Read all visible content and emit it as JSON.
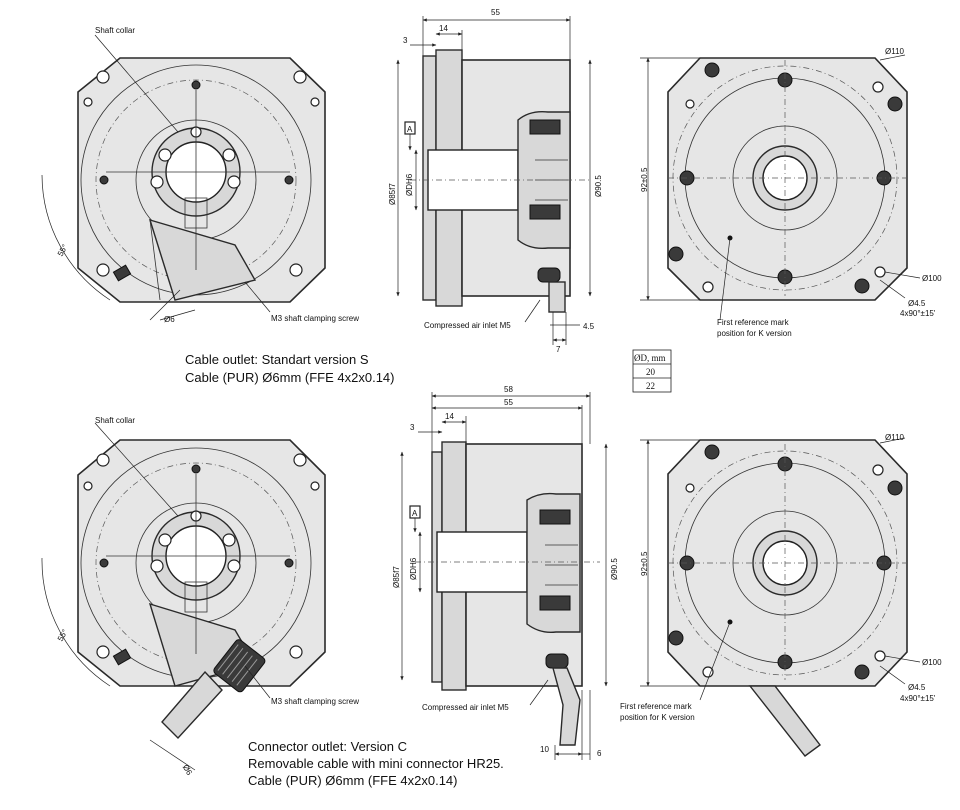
{
  "top_row": {
    "front": {
      "shaft_collar": "Shaft collar",
      "angle": "55°",
      "clamping_screw": "M3 shaft clamping screw",
      "cable_dia": "Ø6"
    },
    "side": {
      "dim_55": "55",
      "dim_14": "14",
      "dim_3": "3",
      "datum": "A",
      "dia_85": "Ø85f7",
      "dia_d": "ØDH6",
      "dia_90": "Ø90.5",
      "air_inlet": "Compressed air inlet M5",
      "dim_4_5": "4.5",
      "dim_7": "7"
    },
    "back": {
      "dia_110": "Ø110",
      "dim_92": "92±0.5",
      "dia_100": "Ø100",
      "dia_4_5": "Ø4.5",
      "holes": "4x90°±15'",
      "ref_mark_1": "First reference mark",
      "ref_mark_2": "position for K version"
    },
    "caption_1": "Cable outlet: Standart version  S",
    "caption_2": "Cable (PUR) Ø6mm (FFE 4x2x0.14)"
  },
  "bore_table": {
    "header": "ØD, mm",
    "rows": [
      "20",
      "22"
    ]
  },
  "bottom_row": {
    "front": {
      "shaft_collar": "Shaft collar",
      "angle": "55°",
      "clamping_screw": "M3 shaft clamping screw",
      "cable_dia": "Ø6"
    },
    "side": {
      "dim_58": "58",
      "dim_55": "55",
      "dim_14": "14",
      "dim_3": "3",
      "datum": "A",
      "dia_85": "Ø85f7",
      "dia_d": "ØDH6",
      "dia_90": "Ø90.5",
      "air_inlet": "Compressed air inlet M5",
      "dim_10": "10",
      "dim_6": "6"
    },
    "back": {
      "dia_110": "Ø110",
      "dim_92": "92±0.5",
      "dia_100": "Ø100",
      "dia_4_5": "Ø4.5",
      "holes": "4x90°±15'",
      "ref_mark_1": "First reference mark",
      "ref_mark_2": "position for K version"
    },
    "caption_1": "Connector outlet: Version C",
    "caption_2": "Removable cable with mini connector HR25.",
    "caption_3": "Cable (PUR) Ø6mm (FFE 4x2x0.14)"
  }
}
